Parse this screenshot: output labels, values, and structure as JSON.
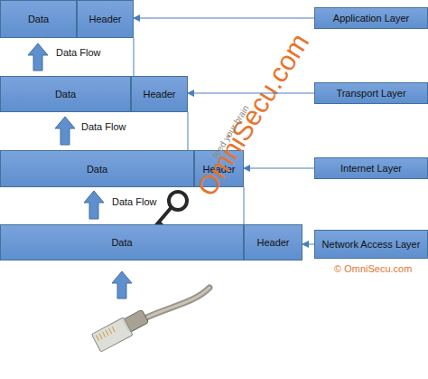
{
  "diagram": {
    "nodes": [
      {
        "text": [
          "Data"
        ]
      },
      {
        "text": [
          "Header"
        ]
      },
      {
        "text": [
          "Application Layer"
        ]
      },
      {
        "text": [
          "Data"
        ]
      },
      {
        "text": [
          "Header"
        ]
      },
      {
        "text": [
          "Transport Layer"
        ]
      },
      {
        "text": [
          "Data"
        ]
      },
      {
        "text": [
          "Header"
        ]
      },
      {
        "text": [
          "Internet Layer"
        ]
      },
      {
        "text": [
          "Data"
        ]
      },
      {
        "text": [
          "Header"
        ]
      },
      {
        "text": [
          "Network Access Layer"
        ]
      }
    ],
    "edges": [
      {
        "from": 2,
        "to": 1,
        "arrow": "to"
      },
      {
        "from": 5,
        "to": 4,
        "arrow": "to"
      },
      {
        "from": 8,
        "to": 7,
        "arrow": "to"
      },
      {
        "from": 11,
        "to": 10,
        "arrow": "to"
      }
    ],
    "labels": [
      "Data Flow",
      "Data Flow",
      "Data Flow",
      "OmniSecu.com",
      "feed your brain",
      "© OmniSecu.com"
    ]
  }
}
